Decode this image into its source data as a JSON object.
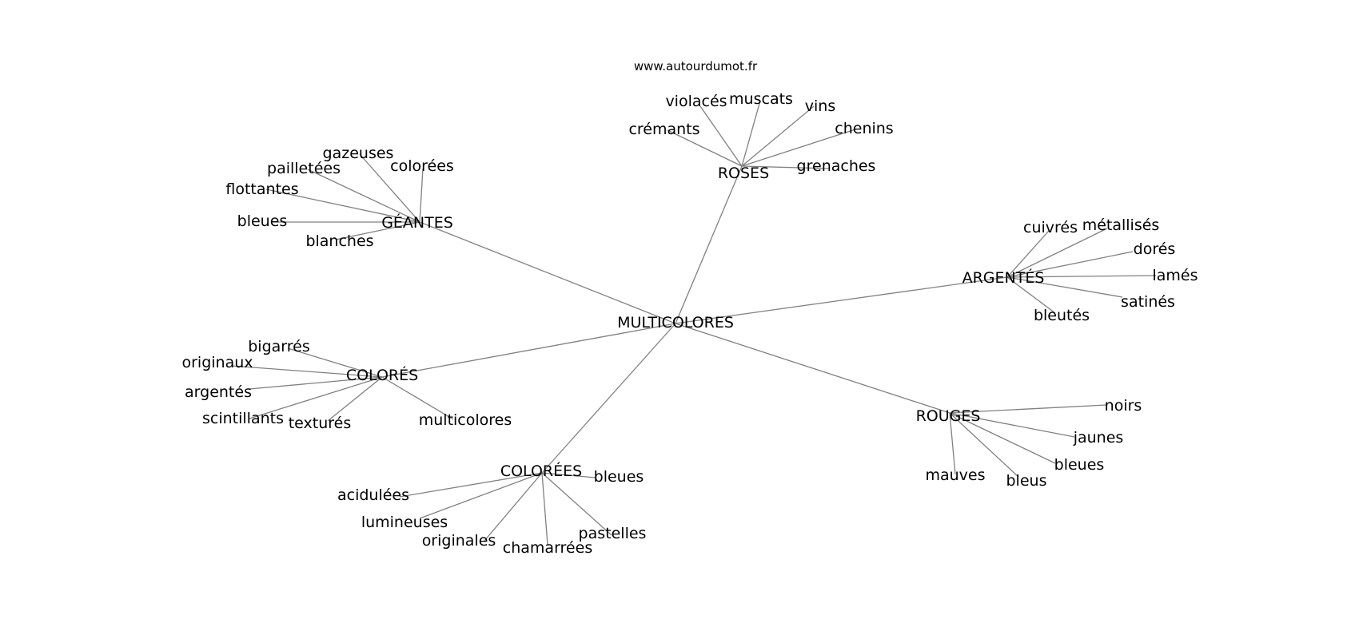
{
  "source_label": "www.autourdumot.fr",
  "center": "MULTICOLORES",
  "clusters": [
    {
      "label": "GÉANTES",
      "leaves": [
        "gazeuses",
        "pailletées",
        "colorées",
        "flottantes",
        "bleues",
        "blanches"
      ]
    },
    {
      "label": "ROSES",
      "leaves": [
        "violacés",
        "muscats",
        "vins",
        "crémants",
        "chenins",
        "grenaches"
      ]
    },
    {
      "label": "ARGENTÉS",
      "leaves": [
        "cuivrés",
        "métallisés",
        "dorés",
        "lamés",
        "satinés",
        "bleutés"
      ]
    },
    {
      "label": "COLORÉS",
      "leaves": [
        "bigarrés",
        "originaux",
        "argentés",
        "scintillants",
        "texturés",
        "multicolores"
      ]
    },
    {
      "label": "ROUGES",
      "leaves": [
        "noirs",
        "jaunes",
        "bleues",
        "mauves",
        "bleus"
      ]
    },
    {
      "label": "COLORÉES",
      "leaves": [
        "bleues",
        "acidulées",
        "lumineuses",
        "originales",
        "chamarrées",
        "pastelles"
      ]
    }
  ]
}
